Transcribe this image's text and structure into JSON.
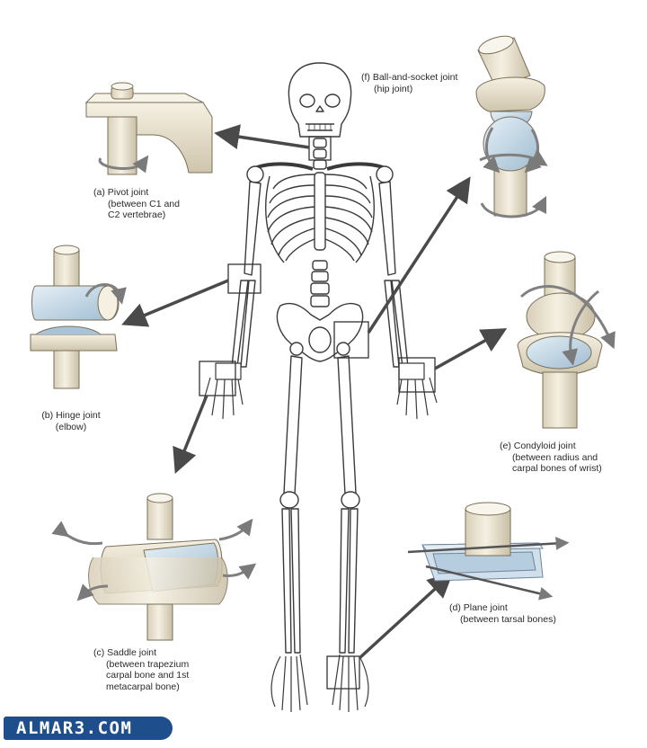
{
  "labels": {
    "pivot": [
      "(a) Pivot joint",
      "(between C1 and",
      "C2 vertebrae)"
    ],
    "hinge": [
      "(b) Hinge joint",
      "(elbow)"
    ],
    "saddle": [
      "(c) Saddle joint",
      "(between trapezium",
      "carpal bone and 1st",
      "metacarpal bone)"
    ],
    "plane": [
      "(d) Plane joint",
      "(between tarsal bones)"
    ],
    "condyloid": [
      "(e) Condyloid joint",
      "(between radius and",
      "carpal bones of wrist)"
    ],
    "ball": [
      "(f) Ball-and-socket joint",
      "(hip joint)"
    ]
  },
  "watermark": "ALMAR3.COM",
  "colors": {
    "bone": "#ede6d3",
    "bone_shadow": "#c9bfa6",
    "cartilage": "#c9dcea",
    "arrow": "#505050",
    "outline": "#3a3a3a",
    "logo_bg": "#1f4e8c"
  }
}
